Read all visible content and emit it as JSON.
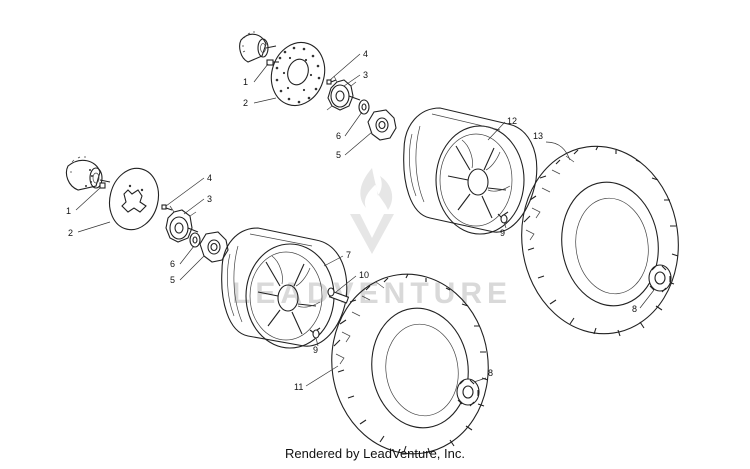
{
  "watermark": {
    "text": "LEADVENTURE"
  },
  "footer": {
    "text": "Rendered by LeadVenture, Inc."
  },
  "callouts": {
    "upper": {
      "c1": "1",
      "c2": "2",
      "c4": "4",
      "c3": "3",
      "c6": "6",
      "c5": "5",
      "c12": "12",
      "c13": "13",
      "c9": "9",
      "c8": "8"
    },
    "lower": {
      "c1": "1",
      "c2": "2",
      "c4": "4",
      "c3": "3",
      "c6": "6",
      "c5": "5",
      "c7": "7",
      "c10": "10",
      "c9": "9",
      "c11": "11",
      "c8": "8"
    }
  }
}
